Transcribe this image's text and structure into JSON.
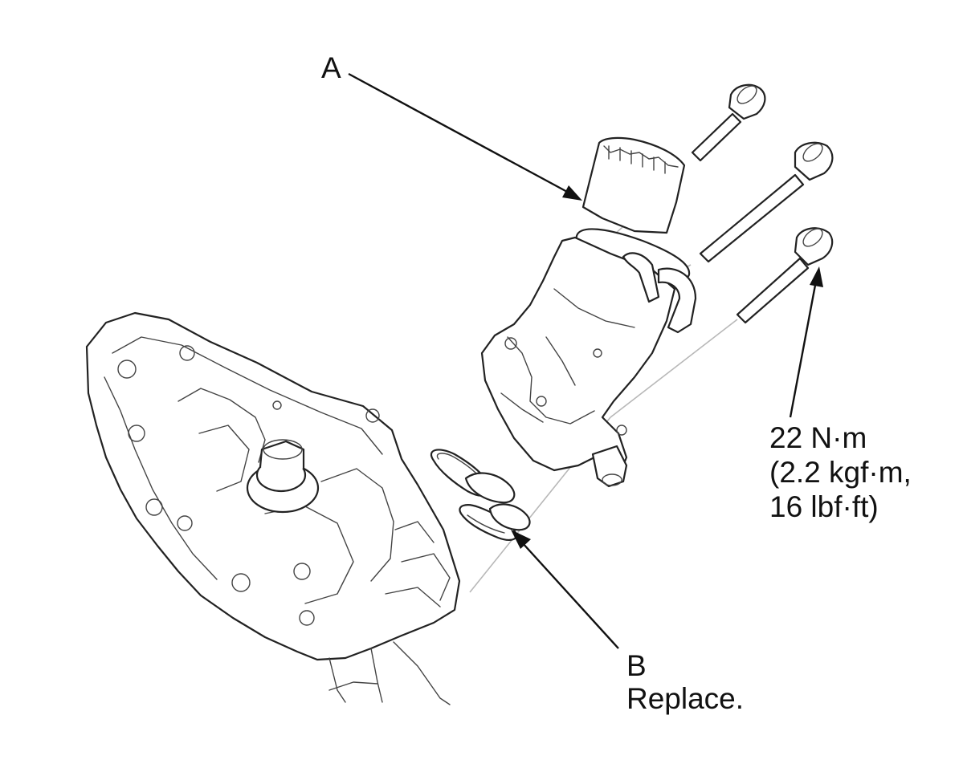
{
  "callouts": {
    "a": {
      "label": "A"
    },
    "b": {
      "label": "B",
      "note": "Replace."
    },
    "bolt_torque": {
      "line1": "22 N·m",
      "line2": "(2.2 kgf·m,",
      "line3": "16 lbf·ft)"
    }
  }
}
